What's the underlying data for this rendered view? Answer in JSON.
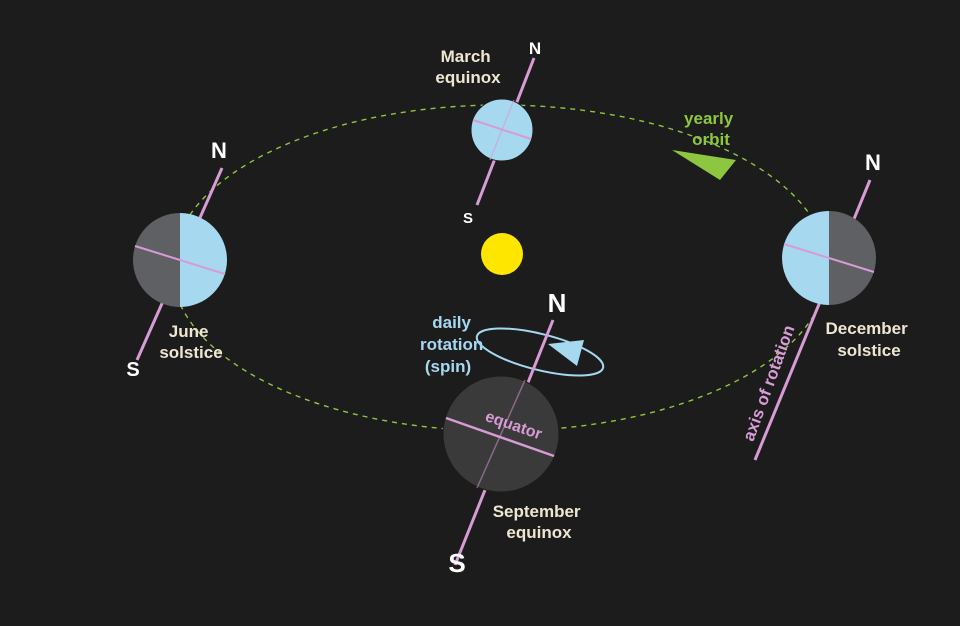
{
  "labels": {
    "march": [
      "March",
      "equinox"
    ],
    "june": [
      "June",
      "solstice"
    ],
    "september": [
      "September",
      "equinox"
    ],
    "december": [
      "December",
      "solstice"
    ],
    "orbit": [
      "yearly",
      "orbit"
    ],
    "rotation": [
      "daily",
      "rotation",
      "(spin)"
    ],
    "equator": "equator",
    "axis": "axis of rotation"
  },
  "poles": {
    "north": "N",
    "south": "S"
  },
  "colors": {
    "background": "#1c1c1c",
    "sun": "#ffe600",
    "lit": "#a6d8f0",
    "dark": "#3a3a3a",
    "axis": "#d79bd6",
    "orbit": "#8dc63f",
    "rotation": "#a6d8f0",
    "label": "#efe6d2"
  }
}
